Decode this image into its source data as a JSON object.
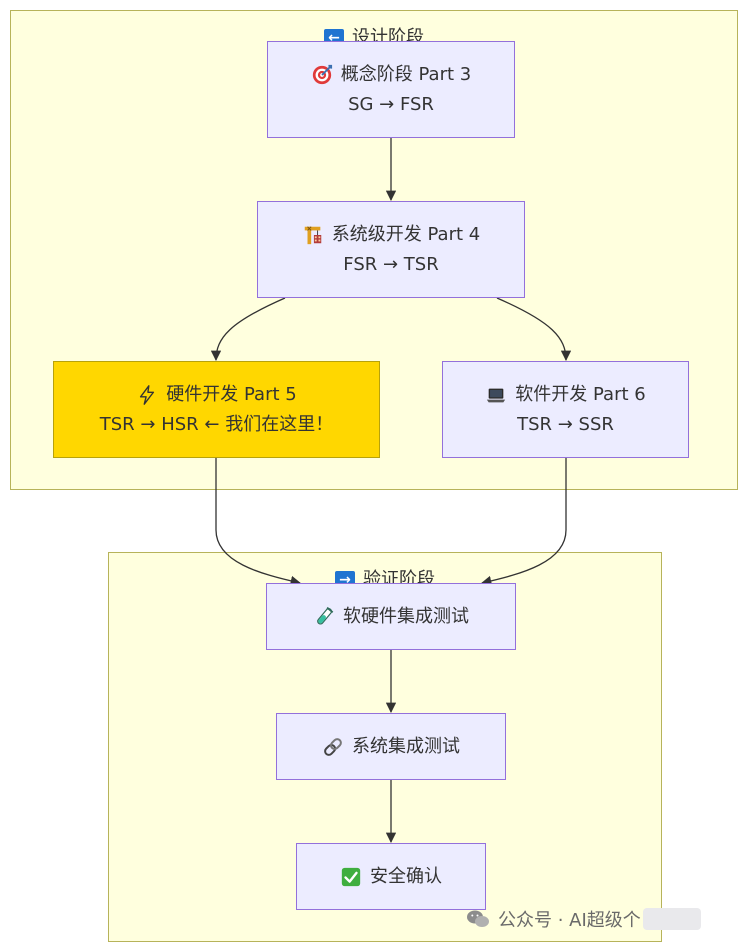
{
  "clusters": {
    "design": {
      "icon": "left-arrow-icon",
      "glyph": "←",
      "title": "设计阶段"
    },
    "verify": {
      "icon": "right-arrow-icon",
      "glyph": "→",
      "title": "验证阶段"
    }
  },
  "nodes": {
    "concept": {
      "icon": "target-icon",
      "title": "概念阶段 Part 3",
      "subtitle": "SG → FSR"
    },
    "system_dev": {
      "icon": "construction-crane-icon",
      "title": "系统级开发 Part 4",
      "subtitle": "FSR → TSR"
    },
    "hardware_dev": {
      "icon": "lightning-icon",
      "title": "硬件开发 Part 5",
      "subtitle": "TSR → HSR ← 我们在这里！"
    },
    "software_dev": {
      "icon": "laptop-icon",
      "title": "软件开发 Part 6",
      "subtitle": "TSR → SSR"
    },
    "hsi_test": {
      "icon": "test-tube-icon",
      "title": "软硬件集成测试"
    },
    "sys_test": {
      "icon": "link-icon",
      "title": "系统集成测试"
    },
    "safety": {
      "icon": "check-mark-icon",
      "title": "安全确认"
    }
  },
  "colors": {
    "cluster_fill": "#ffffde",
    "cluster_border": "#b7b35a",
    "node_fill": "#ececff",
    "node_border": "#9370db",
    "highlight_fill": "#ffd700",
    "edge": "#333333"
  },
  "watermark": {
    "text": "公众号 · AI超级个"
  }
}
